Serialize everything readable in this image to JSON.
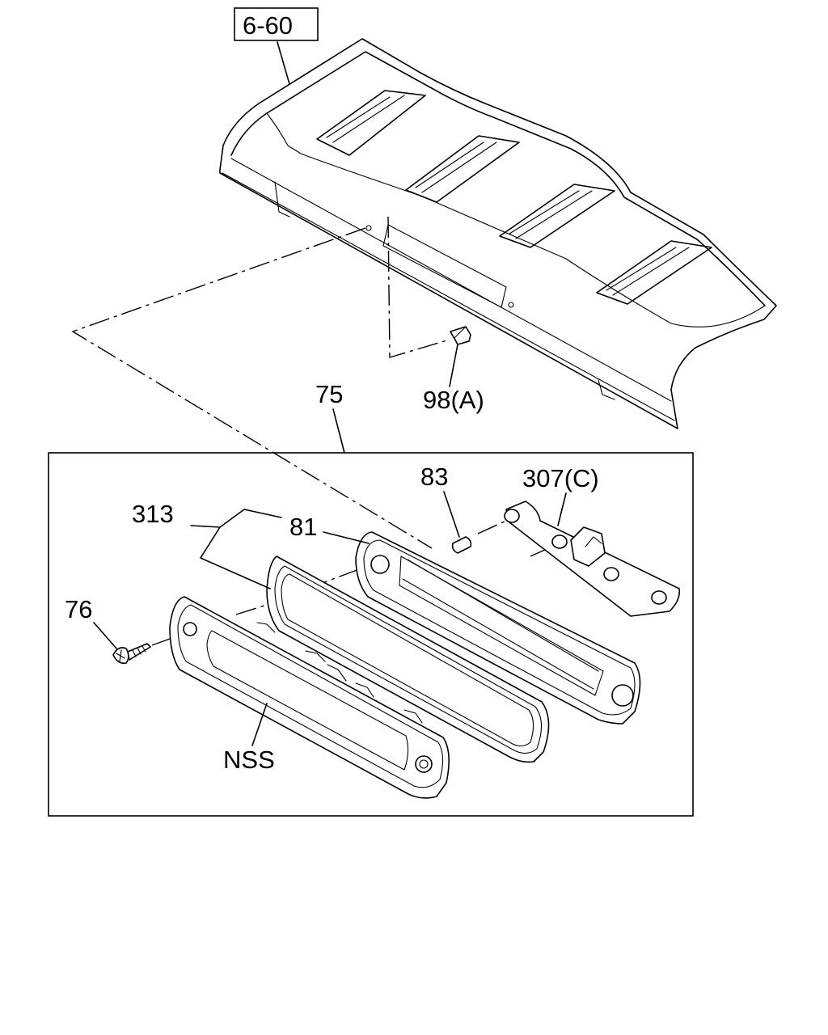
{
  "diagram": {
    "reference_label": "6-60",
    "callouts": {
      "fastener_98": "98(A)",
      "assembly_75": "75",
      "bulb_83": "83",
      "socket_307": "307(C)",
      "gasket_group_313": "313",
      "housing_81": "81",
      "screw_76": "76",
      "lens_nss": "NSS"
    }
  }
}
